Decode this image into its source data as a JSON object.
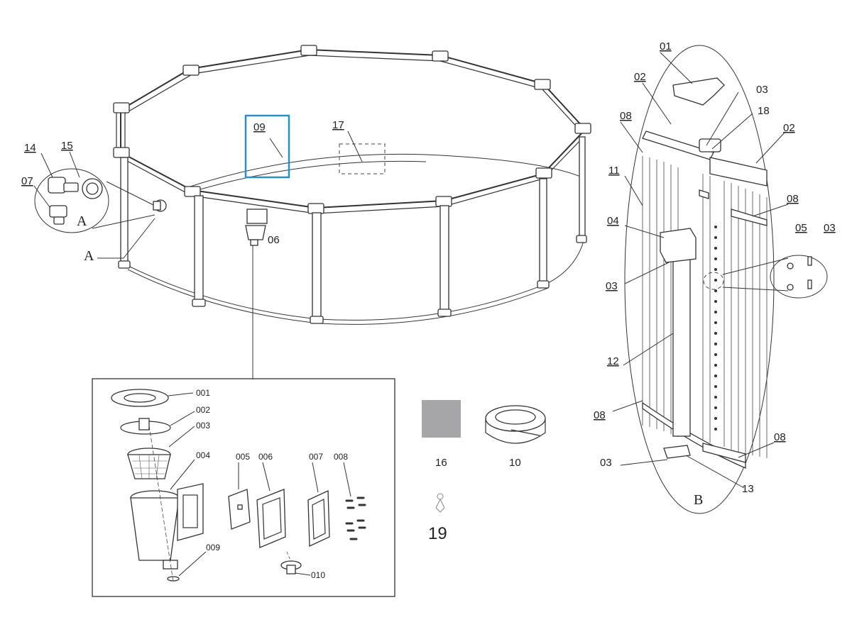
{
  "main_labels": {
    "l01": "01",
    "l02a": "02",
    "l03a": "03",
    "l18": "18",
    "l02b": "02",
    "l08a": "08",
    "l11": "11",
    "l08b": "08",
    "l04": "04",
    "l05": "05",
    "l03b": "03",
    "l03c": "03",
    "l12": "12",
    "l08c": "08",
    "l08d": "08",
    "l03d": "03",
    "l13": "13",
    "lB": "B",
    "l14": "14",
    "l15": "15",
    "l07": "07",
    "lA1": "A",
    "lA2": "A",
    "l09": "09",
    "l17": "17",
    "l06": "06"
  },
  "skimmer_labels": {
    "s001": "001",
    "s002": "002",
    "s003": "003",
    "s004": "004",
    "s005": "005",
    "s006": "006",
    "s007": "007",
    "s008": "008",
    "s009": "009",
    "s010": "010"
  },
  "accessories": {
    "l16": "16",
    "l10": "10",
    "l19": "19"
  },
  "colors": {
    "highlight": "#2a8fc7",
    "swatch": "#a6a6a8"
  }
}
